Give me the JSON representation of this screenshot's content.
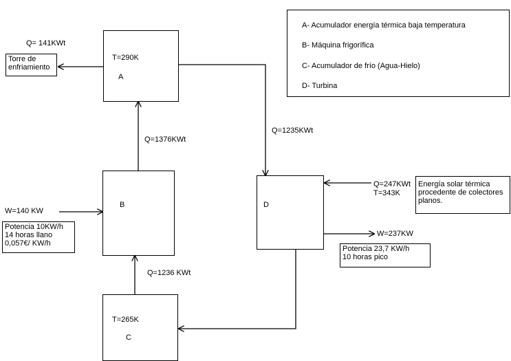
{
  "legend": {
    "a": "A- Acumulador energía térmica baja temperatura",
    "b": "B- Máquina frigorífica",
    "c": "C- Acumulador de frío (Agua-Hielo)",
    "d": "D- Turbina"
  },
  "nodes": {
    "a": {
      "temp": "T=290K",
      "letter": "A"
    },
    "b": {
      "letter": "B"
    },
    "c": {
      "temp": "T=265K",
      "letter": "C"
    },
    "d": {
      "letter": "D"
    }
  },
  "tower": {
    "line1": "Torre de",
    "line2": "enfriamiento"
  },
  "flows": {
    "q_tower": "Q= 141KWt",
    "q_b_to_a": "Q=1376KWt",
    "q_a_to_d": "Q=1235KWt",
    "q_c_to_b": "Q=1236 KWt",
    "w_in_b": "W=140 KW",
    "q_solar": "Q=247KWt",
    "t_solar": "T=343K",
    "w_out_d": "W=237KW"
  },
  "notes": {
    "b": {
      "line1": "Potencia 10KW/h",
      "line2": "14 horas llano",
      "line3": "0,057€/ KW/h"
    },
    "d": {
      "line1": "Potencia 23,7 KW/h",
      "line2": "10 horas pico"
    },
    "solar": {
      "line1": "Energía solar térmica",
      "line2": "procedente de colectores",
      "line3": "planos."
    }
  }
}
